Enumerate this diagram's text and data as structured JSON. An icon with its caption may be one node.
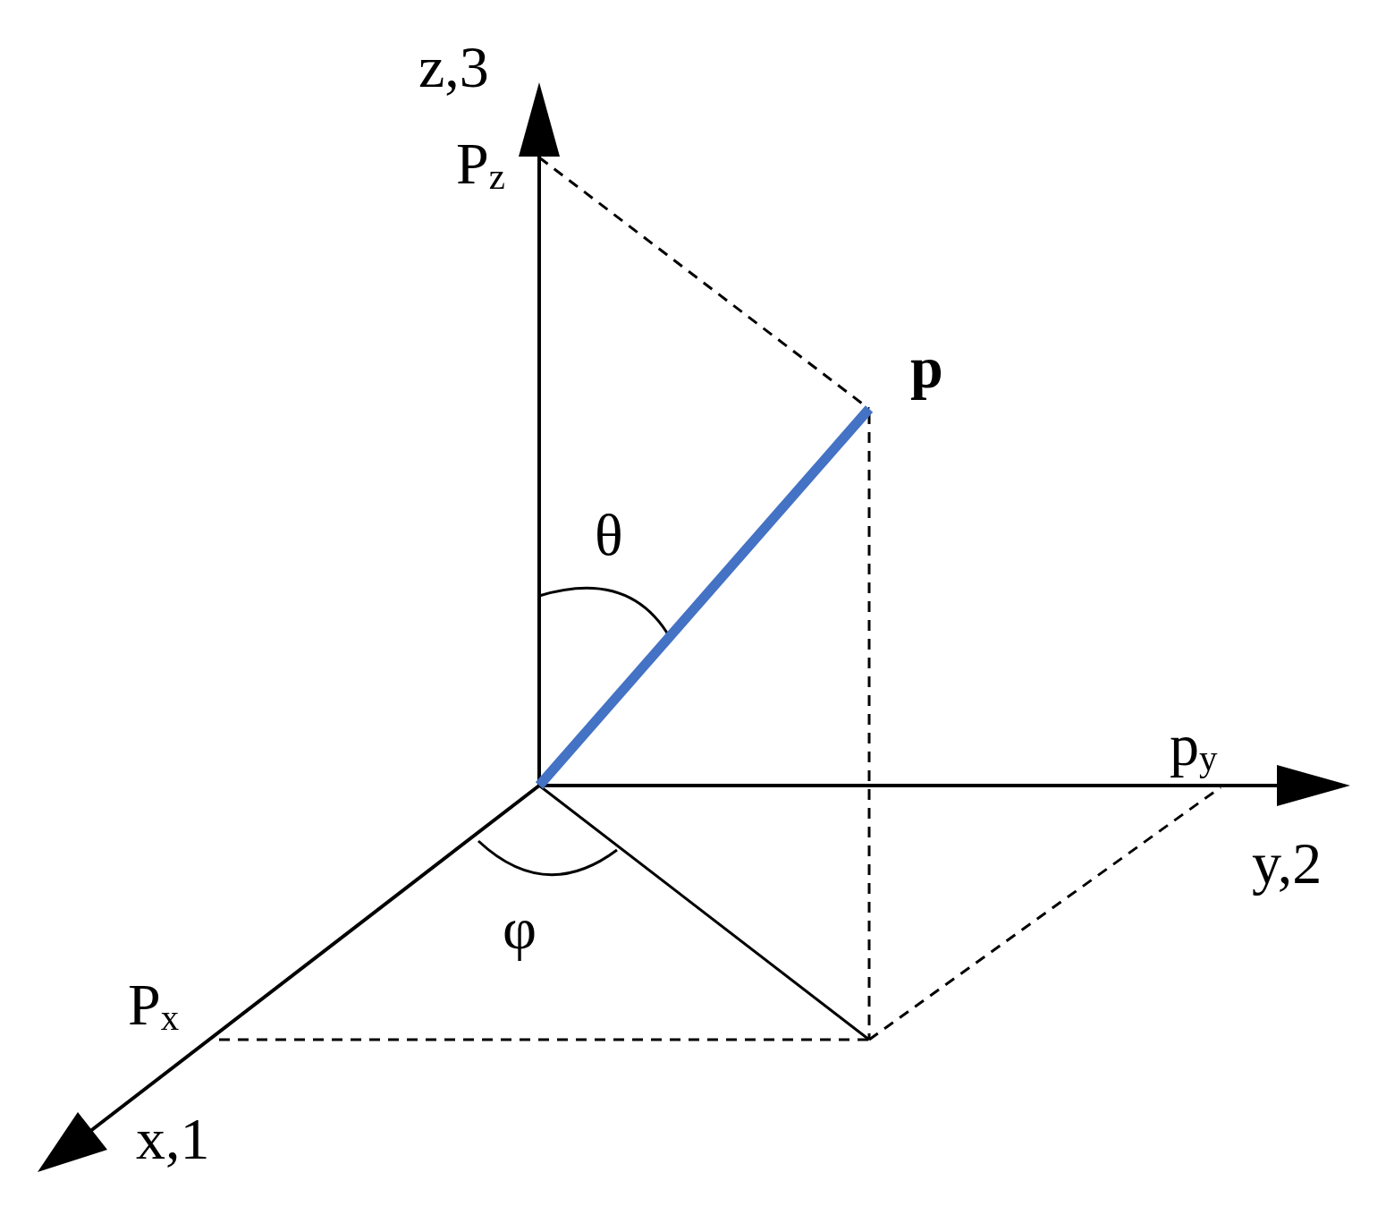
{
  "diagram": {
    "labels": [
      "z,3",
      "P$_{z}$",
      "p",
      "θ",
      "p$_{y}$",
      "y,2",
      "φ",
      "P$_{x}$",
      "x,1"
    ]
  }
}
